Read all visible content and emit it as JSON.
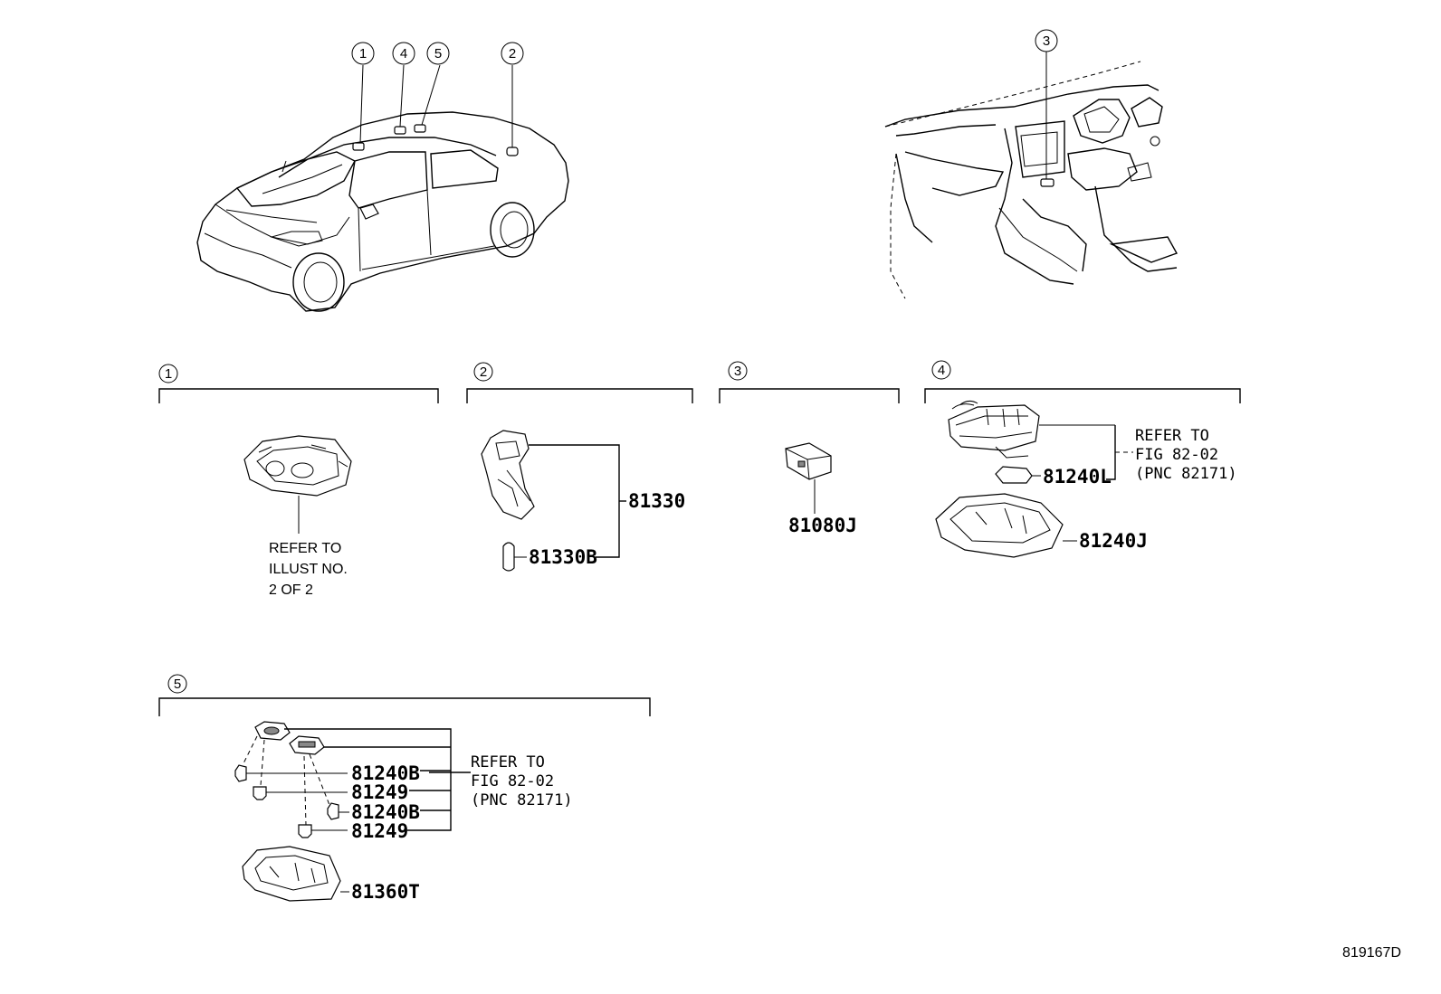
{
  "markers": {
    "m1": "1",
    "m2": "2",
    "m3": "3",
    "m4": "4",
    "m5": "5"
  },
  "groups": {
    "g1": {
      "number": "1",
      "note": [
        "REFER TO",
        "ILLUST NO.",
        "2 OF 2"
      ]
    },
    "g2": {
      "number": "2",
      "parts": [
        "81330",
        "81330B"
      ]
    },
    "g3": {
      "number": "3",
      "parts": [
        "81080J"
      ]
    },
    "g4": {
      "number": "4",
      "parts": [
        "81240L",
        "81240J"
      ],
      "note": [
        "REFER TO",
        "FIG 82-02",
        "(PNC 82171)"
      ]
    },
    "g5": {
      "number": "5",
      "parts": [
        "81240B",
        "81249",
        "81240B",
        "81249",
        "81360T"
      ],
      "note": [
        "REFER TO",
        "FIG 82-02",
        "(PNC 82171)"
      ]
    }
  },
  "illustration_id": "819167D"
}
